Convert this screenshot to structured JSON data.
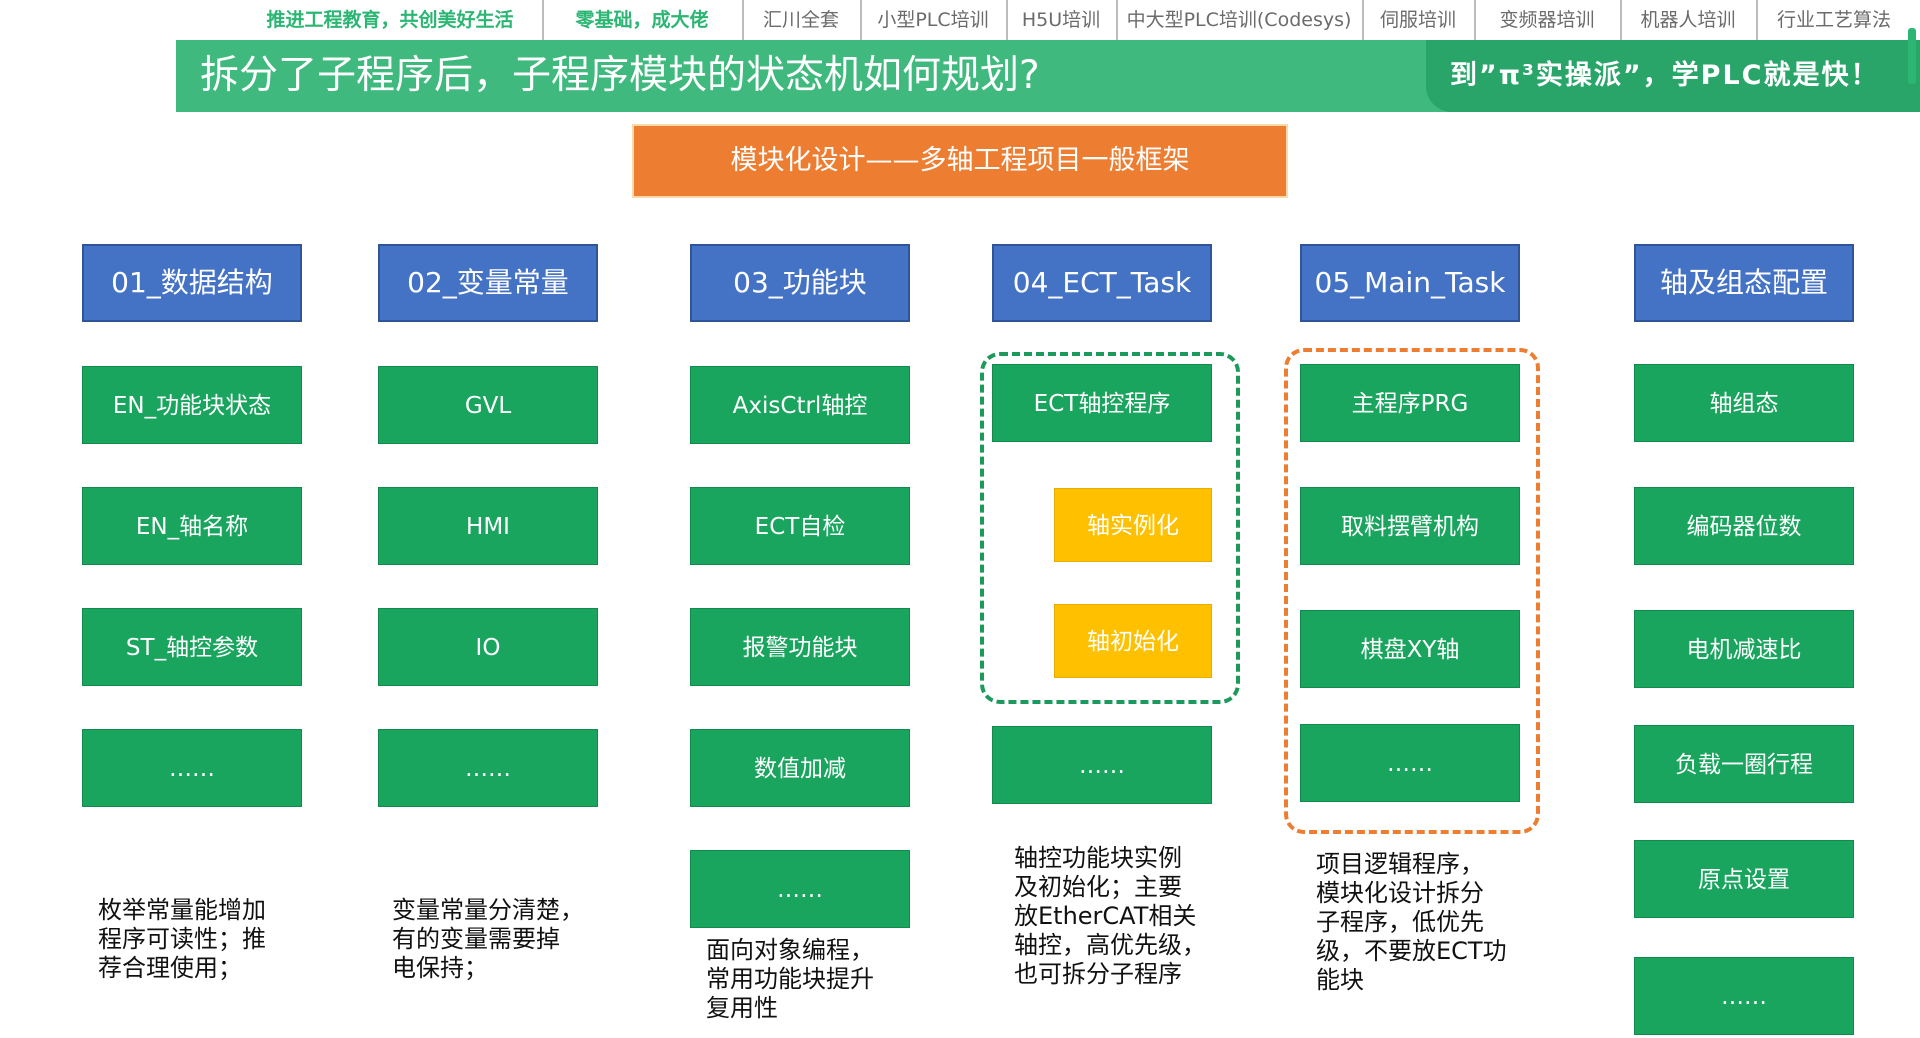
{
  "nav": {
    "items": [
      {
        "label": "推进工程教育，共创美好生活",
        "highlight": true
      },
      {
        "label": "零基础，成大佬",
        "highlight": true
      },
      {
        "label": "汇川全套",
        "highlight": false
      },
      {
        "label": "小型PLC培训",
        "highlight": false
      },
      {
        "label": "H5U培训",
        "highlight": false
      },
      {
        "label": "中大型PLC培训(Codesys)",
        "highlight": false
      },
      {
        "label": "伺服培训",
        "highlight": false
      },
      {
        "label": "变频器培训",
        "highlight": false
      },
      {
        "label": "机器人培训",
        "highlight": false
      },
      {
        "label": "行业工艺算法",
        "highlight": false
      }
    ]
  },
  "banner": {
    "title": "拆分了子程序后，子程序模块的状态机如何规划?",
    "slogan": "到”π³实操派”，学PLC就是快！"
  },
  "framework": {
    "title": "模块化设计——多轴工程项目一般框架"
  },
  "columns": [
    {
      "header": "01_数据结构",
      "items": [
        "EN_功能块状态",
        "EN_轴名称",
        "ST_轴控参数",
        "……"
      ],
      "note": "枚举常量能增加\n程序可读性；推\n荐合理使用；"
    },
    {
      "header": "02_变量常量",
      "items": [
        "GVL",
        "HMI",
        "IO",
        "……"
      ],
      "note": "变量常量分清楚，\n有的变量需要掉\n电保持；"
    },
    {
      "header": "03_功能块",
      "items": [
        "AxisCtrl轴控",
        "ECT自检",
        "报警功能块",
        "数值加减",
        "……"
      ],
      "note": "面向对象编程，\n常用功能块提升\n复用性"
    },
    {
      "header": "04_ECT_Task",
      "items": [
        "ECT轴控程序",
        "……"
      ],
      "subitems": [
        "轴实例化",
        "轴初始化"
      ],
      "note": "轴控功能块实例\n及初始化；主要\n放EtherCAT相关\n轴控，高优先级，\n也可拆分子程序"
    },
    {
      "header": "05_Main_Task",
      "items": [
        "主程序PRG",
        "取料摆臂机构",
        "棋盘XY轴",
        "……"
      ],
      "note": "项目逻辑程序，\n模块化设计拆分\n子程序，低优先\n级，不要放ECT功\n能块"
    },
    {
      "header": "轴及组态配置",
      "items": [
        "轴组态",
        "编码器位数",
        "电机减速比",
        "负载一圈行程",
        "原点设置",
        "……"
      ]
    }
  ],
  "colors": {
    "header_blue": "#4472c4",
    "box_green": "#1aa55f",
    "sub_yellow": "#ffc000",
    "framework_orange": "#ed7d31",
    "banner_green": "#3fb97d"
  }
}
